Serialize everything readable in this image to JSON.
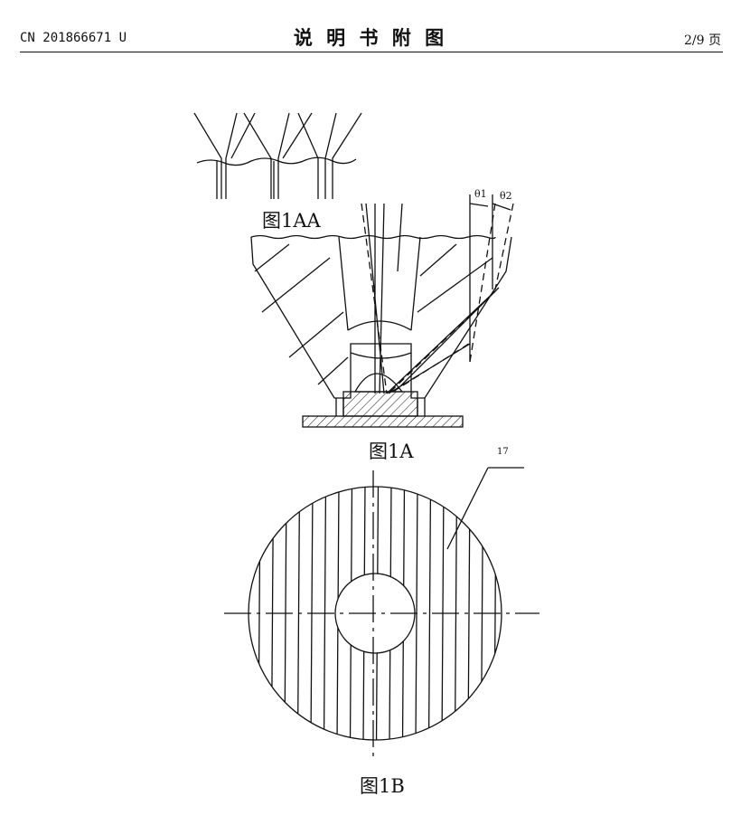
{
  "header": {
    "patent_number": "CN 201866671 U",
    "title": "说 明 书 附 图",
    "page": "2/9 页"
  },
  "figures": {
    "fig1aa_label": "图1AA",
    "fig1a_label": "图1A",
    "fig1b_label": "图1B",
    "theta1": "θ1",
    "theta2": "θ2",
    "ref_17": "17"
  }
}
